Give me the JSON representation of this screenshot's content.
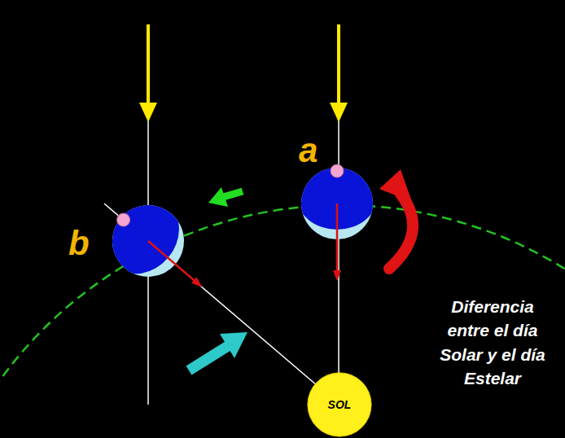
{
  "diagram": {
    "caption": "Diferencia entre el día Solar y el día Estelar",
    "nodes": [
      {
        "text": [
          "SOL"
        ]
      }
    ],
    "labels": [
      "a",
      "b"
    ]
  }
}
